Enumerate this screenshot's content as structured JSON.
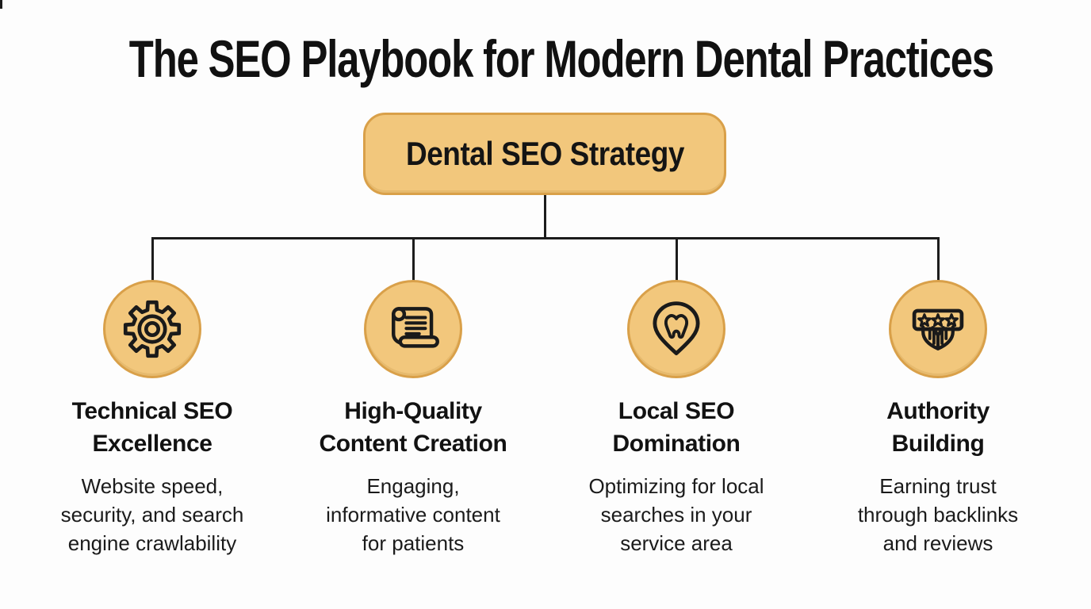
{
  "title": "The SEO Playbook for Modern Dental Practices",
  "root": {
    "label": "Dental SEO Strategy"
  },
  "colors": {
    "background": "#FDFDFD",
    "node_fill": "#F2C77C",
    "node_border": "#D9A049",
    "connector": "#1C1C1C",
    "text_primary": "#121212"
  },
  "branches": [
    {
      "id": "technical-seo",
      "icon": "gear-icon",
      "heading": "Technical SEO Excellence",
      "heading_lines": [
        "Technical SEO",
        "Excellence"
      ],
      "description": "Website speed, security, and search engine crawlability",
      "description_lines": [
        "Website speed,",
        "security, and search",
        "engine crawlability"
      ]
    },
    {
      "id": "content-creation",
      "icon": "scroll-icon",
      "heading": "High-Quality Content Creation",
      "heading_lines": [
        "High-Quality",
        "Content Creation"
      ],
      "description": "Engaging, informative content for patients",
      "description_lines": [
        "Engaging,",
        "informative content",
        "for patients"
      ]
    },
    {
      "id": "local-seo",
      "icon": "tooth-location-pin-icon",
      "heading": "Local SEO Domination",
      "heading_lines": [
        "Local SEO",
        "Domination"
      ],
      "description": "Optimizing for local searches in your service area",
      "description_lines": [
        "Optimizing for local",
        "searches in your",
        "service area"
      ]
    },
    {
      "id": "authority-building",
      "icon": "badge-stars-icon",
      "heading": "Authority Building",
      "heading_lines": [
        "Authority",
        "Building"
      ],
      "description": "Earning trust through backlinks and reviews",
      "description_lines": [
        "Earning trust",
        "through backlinks",
        "and reviews"
      ]
    }
  ]
}
